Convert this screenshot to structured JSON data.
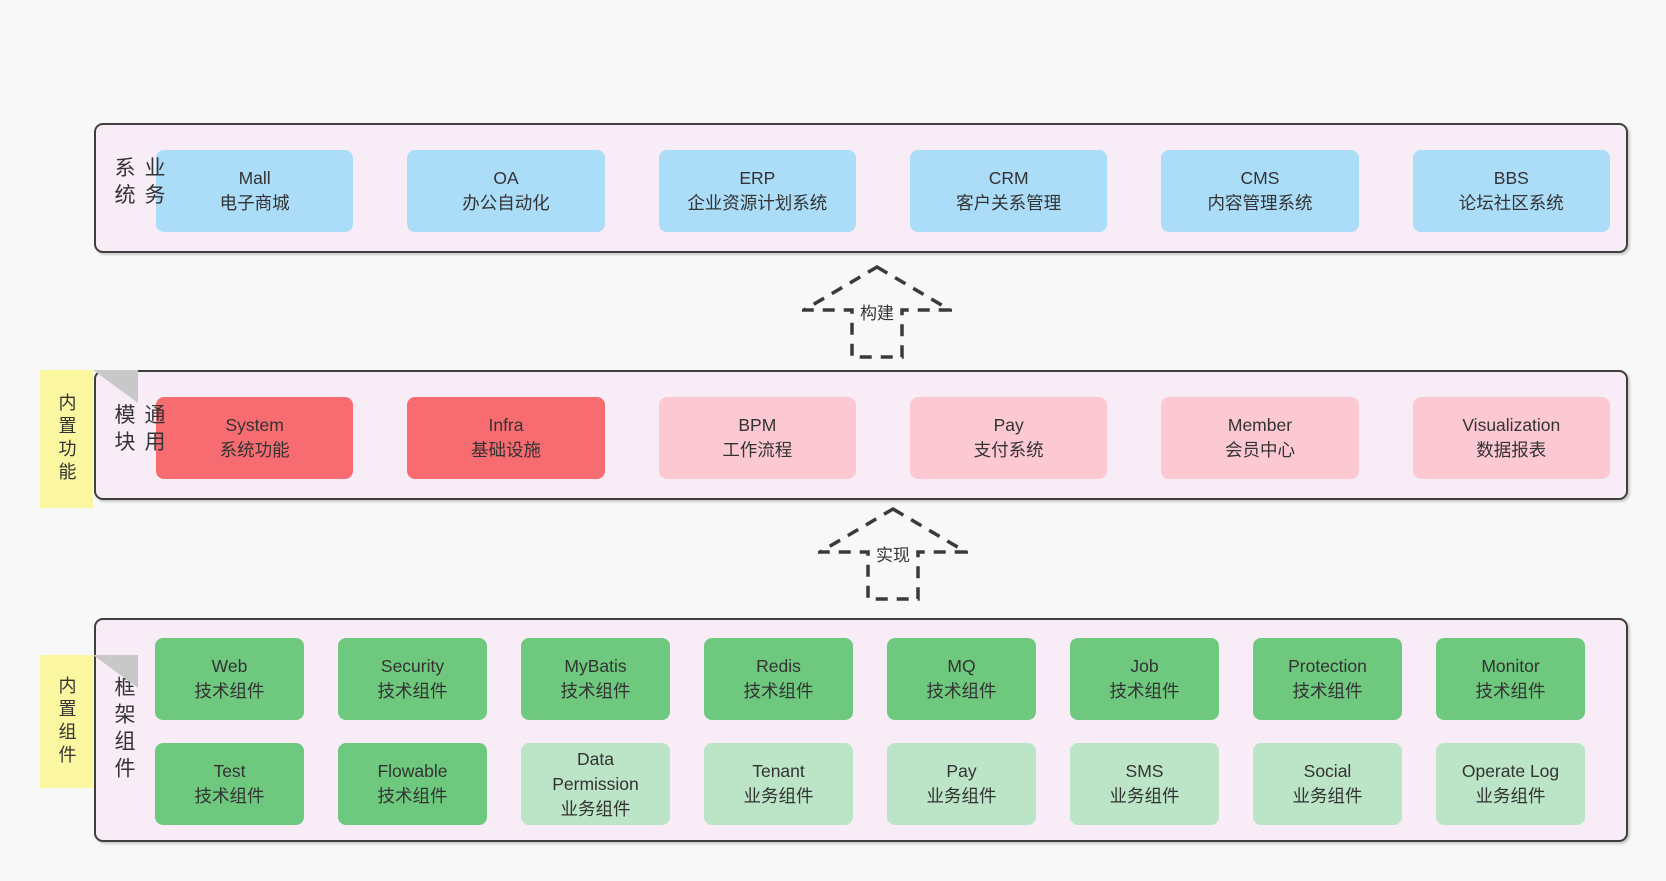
{
  "colors": {
    "page_bg": "#f8f8f8",
    "panel_bg": "#f8edf6",
    "panel_border": "#3f3f3f",
    "blue": "#abdcf8",
    "red": "#f76c70",
    "pink": "#fcc9d3",
    "green": "#6ec87d",
    "light_green": "#bce4c6",
    "yellow": "#faf7a0",
    "fold_gray": "#c8c8c8",
    "arrow": "#3a3a3a",
    "text": "#333333"
  },
  "arrows": [
    {
      "label": "构建"
    },
    {
      "label": "实现"
    }
  ],
  "layers": {
    "business": {
      "label": "业务系统",
      "boxes": [
        {
          "name": "Mall",
          "desc": "电子商城",
          "variant": "blue"
        },
        {
          "name": "OA",
          "desc": "办公自动化",
          "variant": "blue"
        },
        {
          "name": "ERP",
          "desc": "企业资源计划系统",
          "variant": "blue"
        },
        {
          "name": "CRM",
          "desc": "客户关系管理",
          "variant": "blue"
        },
        {
          "name": "CMS",
          "desc": "内容管理系统",
          "variant": "blue"
        },
        {
          "name": "BBS",
          "desc": "论坛社区系统",
          "variant": "blue"
        }
      ]
    },
    "modules": {
      "label": "通用模块",
      "sticky": "内置功能",
      "boxes": [
        {
          "name": "System",
          "desc": "系统功能",
          "variant": "red"
        },
        {
          "name": "Infra",
          "desc": "基础设施",
          "variant": "red"
        },
        {
          "name": "BPM",
          "desc": "工作流程",
          "variant": "pink"
        },
        {
          "name": "Pay",
          "desc": "支付系统",
          "variant": "pink"
        },
        {
          "name": "Member",
          "desc": "会员中心",
          "variant": "pink"
        },
        {
          "name": "Visualization",
          "desc": "数据报表",
          "variant": "pink"
        }
      ]
    },
    "components": {
      "label": "框架组件",
      "sticky": "内置组件",
      "rows": [
        [
          {
            "name": "Web",
            "desc": "技术组件",
            "variant": "green"
          },
          {
            "name": "Security",
            "desc": "技术组件",
            "variant": "green"
          },
          {
            "name": "MyBatis",
            "desc": "技术组件",
            "variant": "green"
          },
          {
            "name": "Redis",
            "desc": "技术组件",
            "variant": "green"
          },
          {
            "name": "MQ",
            "desc": "技术组件",
            "variant": "green"
          },
          {
            "name": "Job",
            "desc": "技术组件",
            "variant": "green"
          },
          {
            "name": "Protection",
            "desc": "技术组件",
            "variant": "green"
          },
          {
            "name": "Monitor",
            "desc": "技术组件",
            "variant": "green"
          }
        ],
        [
          {
            "name": "Test",
            "desc": "技术组件",
            "variant": "green"
          },
          {
            "name": "Flowable",
            "desc": "技术组件",
            "variant": "green"
          },
          {
            "name": "Data Permission",
            "desc": "业务组件",
            "variant": "lightgreen"
          },
          {
            "name": "Tenant",
            "desc": "业务组件",
            "variant": "lightgreen"
          },
          {
            "name": "Pay",
            "desc": "业务组件",
            "variant": "lightgreen"
          },
          {
            "name": "SMS",
            "desc": "业务组件",
            "variant": "lightgreen"
          },
          {
            "name": "Social",
            "desc": "业务组件",
            "variant": "lightgreen"
          },
          {
            "name": "Operate Log",
            "desc": "业务组件",
            "variant": "lightgreen"
          }
        ]
      ]
    }
  }
}
